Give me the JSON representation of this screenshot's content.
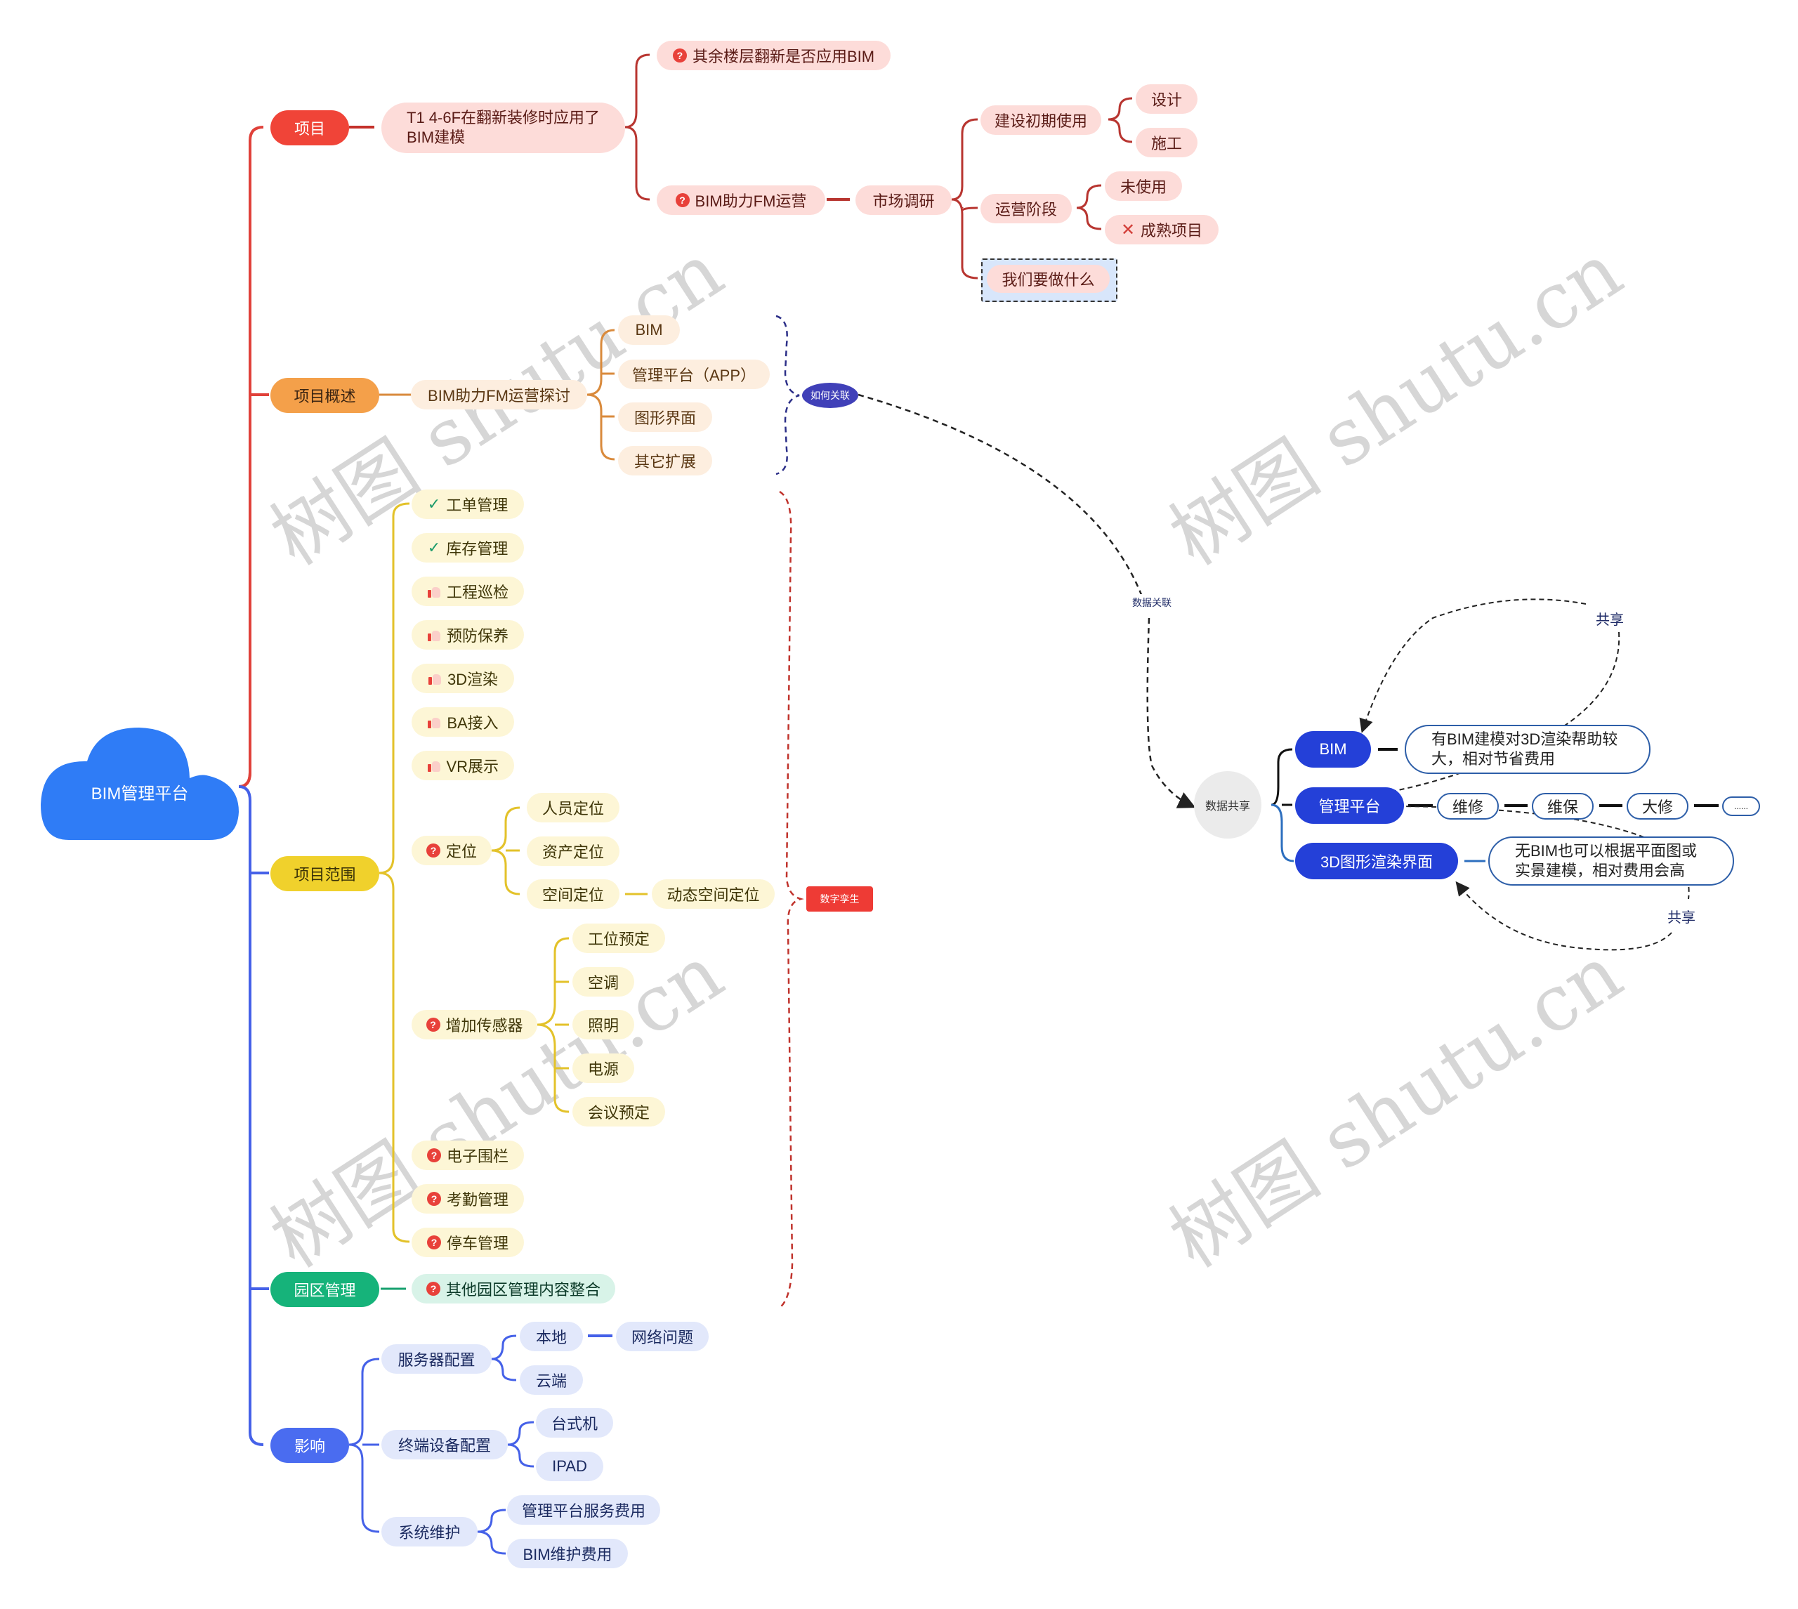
{
  "root": {
    "label": "BIM管理平台",
    "icon": "cloud-shape",
    "color": "#2f7cf6"
  },
  "branches": {
    "project": {
      "label": "项目",
      "color": "#f04438",
      "child": "T1 4-6F在翻新装修时应用了BIM建模",
      "child_line1": "T1 4-6F在翻新装修时应用了",
      "child_line2": "BIM建模",
      "q1": "其余楼层翻新是否应用BIM",
      "q2": "BIM助力FM运营",
      "market": "市场调研",
      "early_use": "建设初期使用",
      "design": "设计",
      "construction": "施工",
      "ops_stage": "运营阶段",
      "unused": "未使用",
      "mature": "成熟项目",
      "what_to_do": "我们要做什么"
    },
    "overview": {
      "label": "项目概述",
      "color": "#f4a04a",
      "child": "BIM助力FM运营探讨",
      "items": [
        "BIM",
        "管理平台（APP）",
        "图形界面",
        "其它扩展"
      ],
      "tag": "如何关联"
    },
    "scope": {
      "label": "项目范围",
      "color": "#f0d12c",
      "items": [
        {
          "label": "工单管理",
          "icon": "check"
        },
        {
          "label": "库存管理",
          "icon": "check"
        },
        {
          "label": "工程巡检",
          "icon": "thumb"
        },
        {
          "label": "预防保养",
          "icon": "thumb"
        },
        {
          "label": "3D渲染",
          "icon": "thumb"
        },
        {
          "label": "BA接入",
          "icon": "thumb"
        },
        {
          "label": "VR展示",
          "icon": "thumb"
        }
      ],
      "positioning": {
        "label": "定位",
        "items": [
          "人员定位",
          "资产定位",
          "空间定位"
        ],
        "dynamic": "动态空间定位"
      },
      "sensors": {
        "label": "增加传感器",
        "items": [
          "工位预定",
          "空调",
          "照明",
          "电源",
          "会议预定"
        ]
      },
      "more": [
        "电子围栏",
        "考勤管理",
        "停车管理"
      ],
      "tag": "数字孪生"
    },
    "park": {
      "label": "园区管理",
      "color": "#16b37a",
      "child": "其他园区管理内容整合"
    },
    "impact": {
      "label": "影响",
      "color": "#4a6cf0",
      "server": {
        "label": "服务器配置",
        "local": "本地",
        "network": "网络问题",
        "cloud": "云端"
      },
      "terminal": {
        "label": "终端设备配置",
        "items": [
          "台式机",
          "IPAD"
        ]
      },
      "maintenance": {
        "label": "系统维护",
        "items": [
          "管理平台服务费用",
          "BIM维护费用"
        ]
      }
    }
  },
  "floating": {
    "link_label": "数据关联",
    "center": "数据共享",
    "bim": {
      "label": "BIM",
      "note": "有BIM建模对3D渲染帮助较大，相对节省费用",
      "note_l1": "有BIM建模对3D渲染帮助较",
      "note_l2": "大，相对节省费用"
    },
    "platform": {
      "label": "管理平台",
      "items": [
        "维修",
        "维保",
        "大修",
        "......"
      ]
    },
    "render": {
      "label": "3D图形渲染界面",
      "note_l1": "无BIM也可以根据平面图或",
      "note_l2": "实景建模，相对费用会高"
    },
    "share_top": "共享",
    "share_bottom": "共享"
  },
  "watermark": "树图 shutu.cn"
}
